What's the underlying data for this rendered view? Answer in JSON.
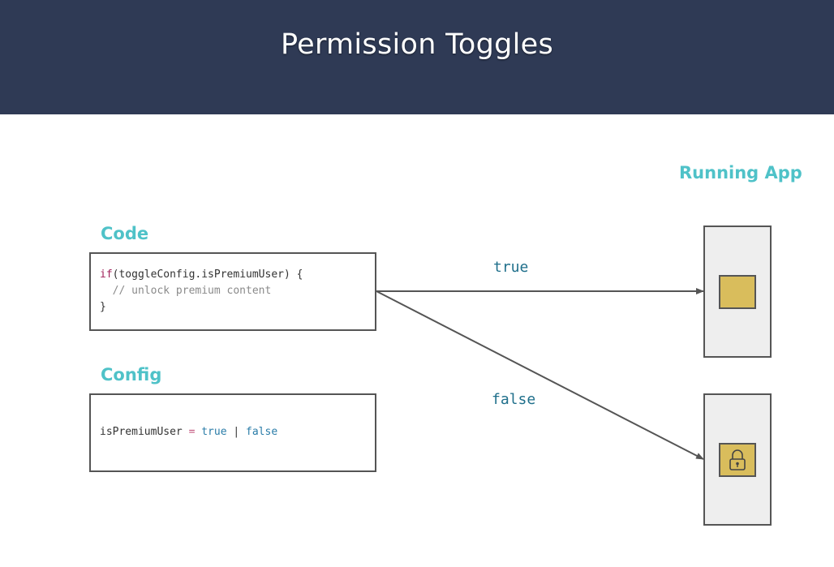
{
  "header": {
    "title": "Permission Toggles"
  },
  "labels": {
    "running_app": "Running App",
    "code": "Code",
    "config": "Config"
  },
  "code_box": {
    "line1_kw": "if",
    "line1_rest": "(toggleConfig.isPremiumUser) {",
    "line2_comment": "  // unlock premium content",
    "line3": "}"
  },
  "config_box": {
    "key": "isPremiumUser",
    "eq": " = ",
    "true_val": "true",
    "pipe": " | ",
    "false_val": "false"
  },
  "edges": {
    "true_label": "true",
    "false_label": "false"
  },
  "colors": {
    "header_bg": "#2f3a55",
    "accent_teal": "#4fc2c8",
    "edge_label": "#1f6f8b",
    "content_gold": "#d9bd5c"
  },
  "icons": {
    "locked_content": "padlock-icon"
  }
}
